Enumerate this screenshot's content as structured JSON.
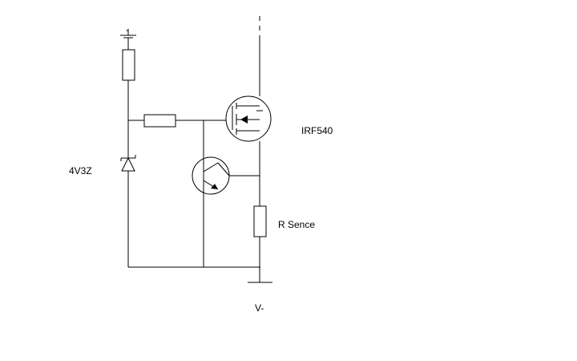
{
  "labels": {
    "zener": "4V3Z",
    "mosfet": "IRF540",
    "sense_resistor": "R Sence",
    "negative_rail": "V-",
    "top_ground": "-"
  },
  "colors": {
    "line": "#000000",
    "background": "#ffffff"
  },
  "icons": [
    "ground-icon",
    "resistor-icon",
    "zener-diode-icon",
    "npn-transistor-icon",
    "mosfet-icon"
  ]
}
